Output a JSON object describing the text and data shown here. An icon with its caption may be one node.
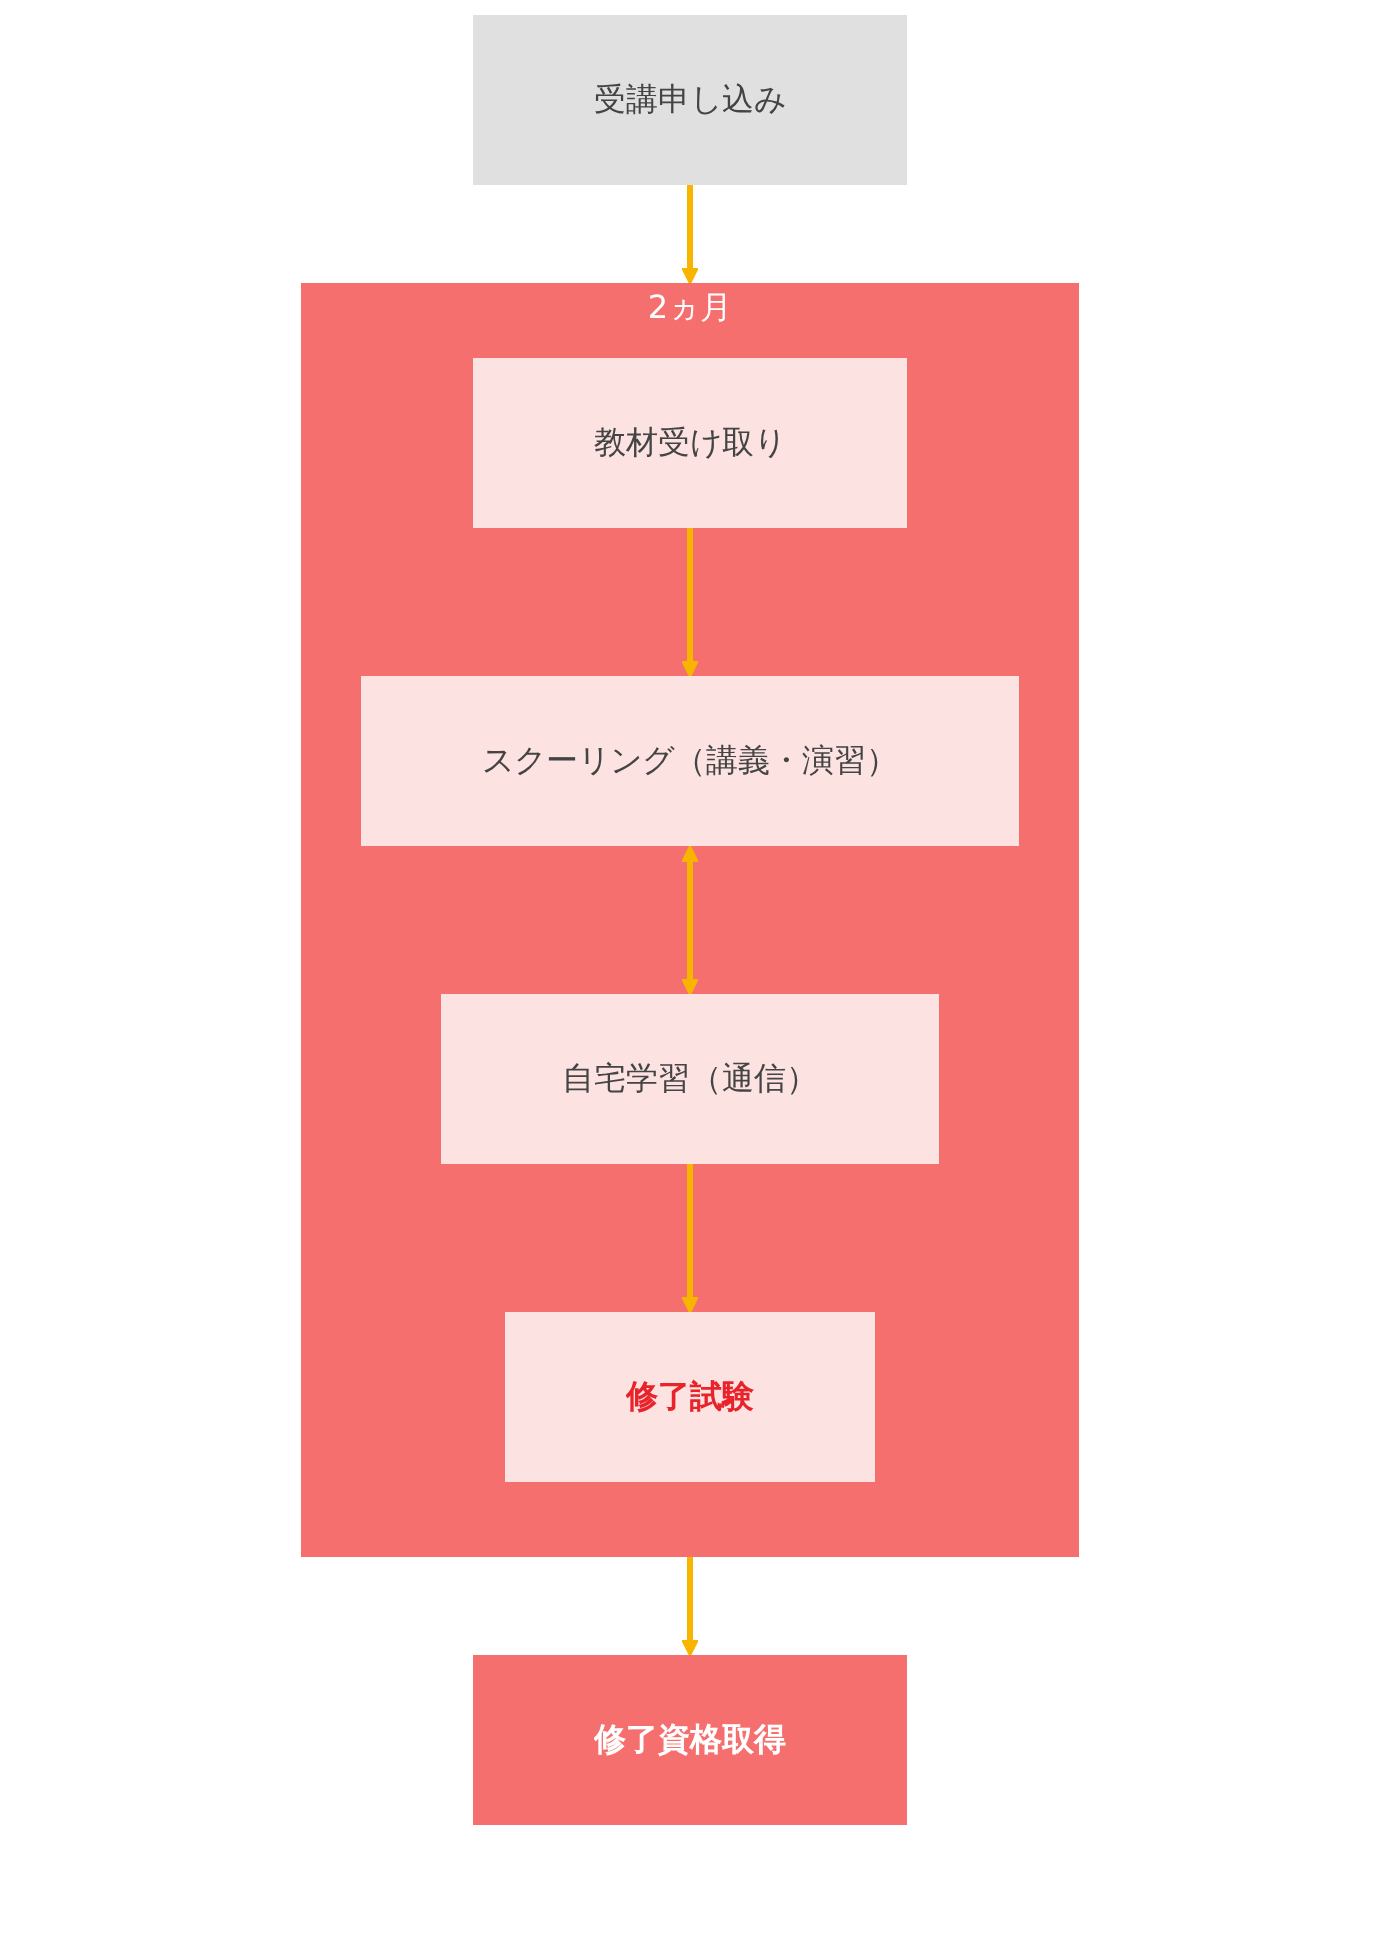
{
  "diagram": {
    "nodes": [
      {
        "text": [
          "受講申し込み"
        ]
      },
      {
        "text": [
          "2ヵ月"
        ]
      },
      {
        "text": [
          "教材受け取り"
        ],
        "in": 1
      },
      {
        "text": [
          "スクーリング（講義・演習）"
        ],
        "in": 1
      },
      {
        "text": [
          "自宅学習（通信）"
        ],
        "in": 1
      },
      {
        "text": [
          "修了試験"
        ],
        "in": 1
      },
      {
        "text": [
          "修了資格取得"
        ]
      }
    ],
    "edges": [
      {
        "from": 0,
        "to": 1,
        "arrow": "to"
      },
      {
        "from": 2,
        "to": 3,
        "arrow": "to"
      },
      {
        "from": 3,
        "to": 4,
        "arrow": "both"
      },
      {
        "from": 4,
        "to": 5,
        "arrow": "to"
      },
      {
        "from": 1,
        "to": 6,
        "arrow": "to"
      }
    ]
  }
}
